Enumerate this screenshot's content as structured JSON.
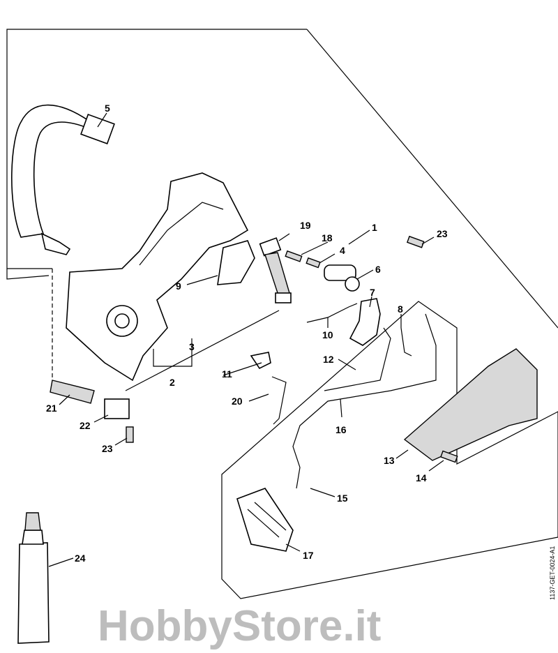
{
  "diagram": {
    "callouts": [
      "1",
      "2",
      "3",
      "4",
      "5",
      "6",
      "7",
      "8",
      "9",
      "10",
      "11",
      "12",
      "13",
      "14",
      "15",
      "16",
      "17",
      "18",
      "19",
      "20",
      "21",
      "22",
      "23",
      "23",
      "24"
    ],
    "watermark": "HobbyStore.it",
    "reference_code": "1137-GET-0024-A1"
  }
}
